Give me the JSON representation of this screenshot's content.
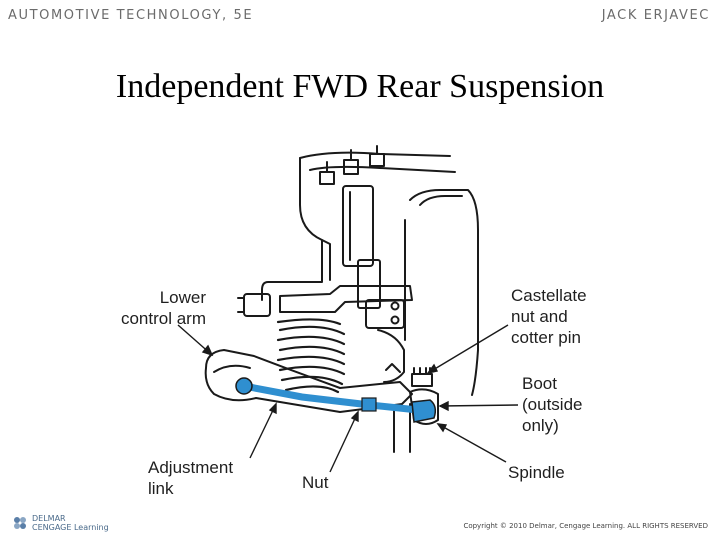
{
  "header": {
    "book_title": "AUTOMOTIVE TECHNOLOGY, 5E",
    "author": "JACK ERJAVEC"
  },
  "slide": {
    "title": "Independent FWD Rear Suspension"
  },
  "labels": {
    "lower_control_arm": [
      "Lower",
      "control arm"
    ],
    "castellate_nut": [
      "Castellate",
      "nut and",
      "cotter pin"
    ],
    "boot": [
      "Boot",
      "(outside",
      "only)"
    ],
    "adjustment_link": [
      "Adjustment",
      "link"
    ],
    "nut": "Nut",
    "spindle": "Spindle"
  },
  "footer": {
    "logo_line1": "DELMAR",
    "logo_line2": "CENGAGE Learning",
    "copyright": "Copyright © 2010 Delmar, Cengage Learning. ALL RIGHTS RESERVED"
  },
  "colors": {
    "adjustment_link": "#2f8fd0",
    "line_art": "#1a1a1a"
  }
}
